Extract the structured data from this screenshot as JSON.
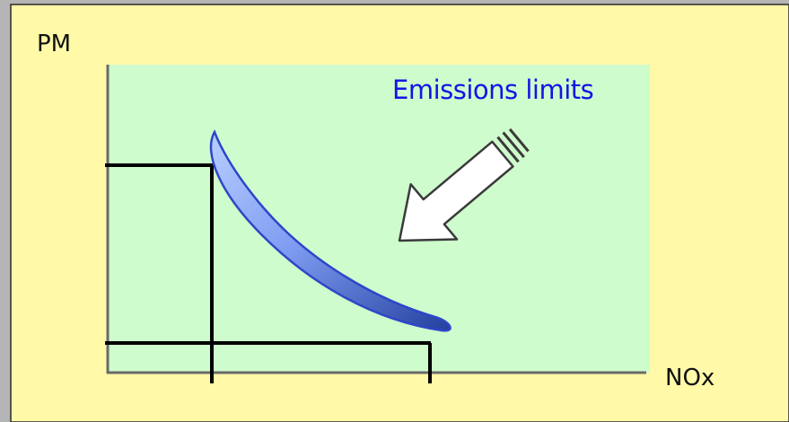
{
  "axes": {
    "y_label": "PM",
    "x_label": "NOx"
  },
  "annotation": {
    "text": "Emissions limits",
    "color": "#1414e6"
  },
  "colors": {
    "page_background": "#fff9a8",
    "plot_area": "#cffccc",
    "curve_fill_light": "#8fb2ff",
    "curve_fill_dark": "#1f3fb8",
    "limit_lines": "#000000",
    "arrow_fill": "#ffffff"
  },
  "icons": {
    "arrow": "arrow-down-left-icon",
    "curve": "tradeoff-curve-icon"
  }
}
